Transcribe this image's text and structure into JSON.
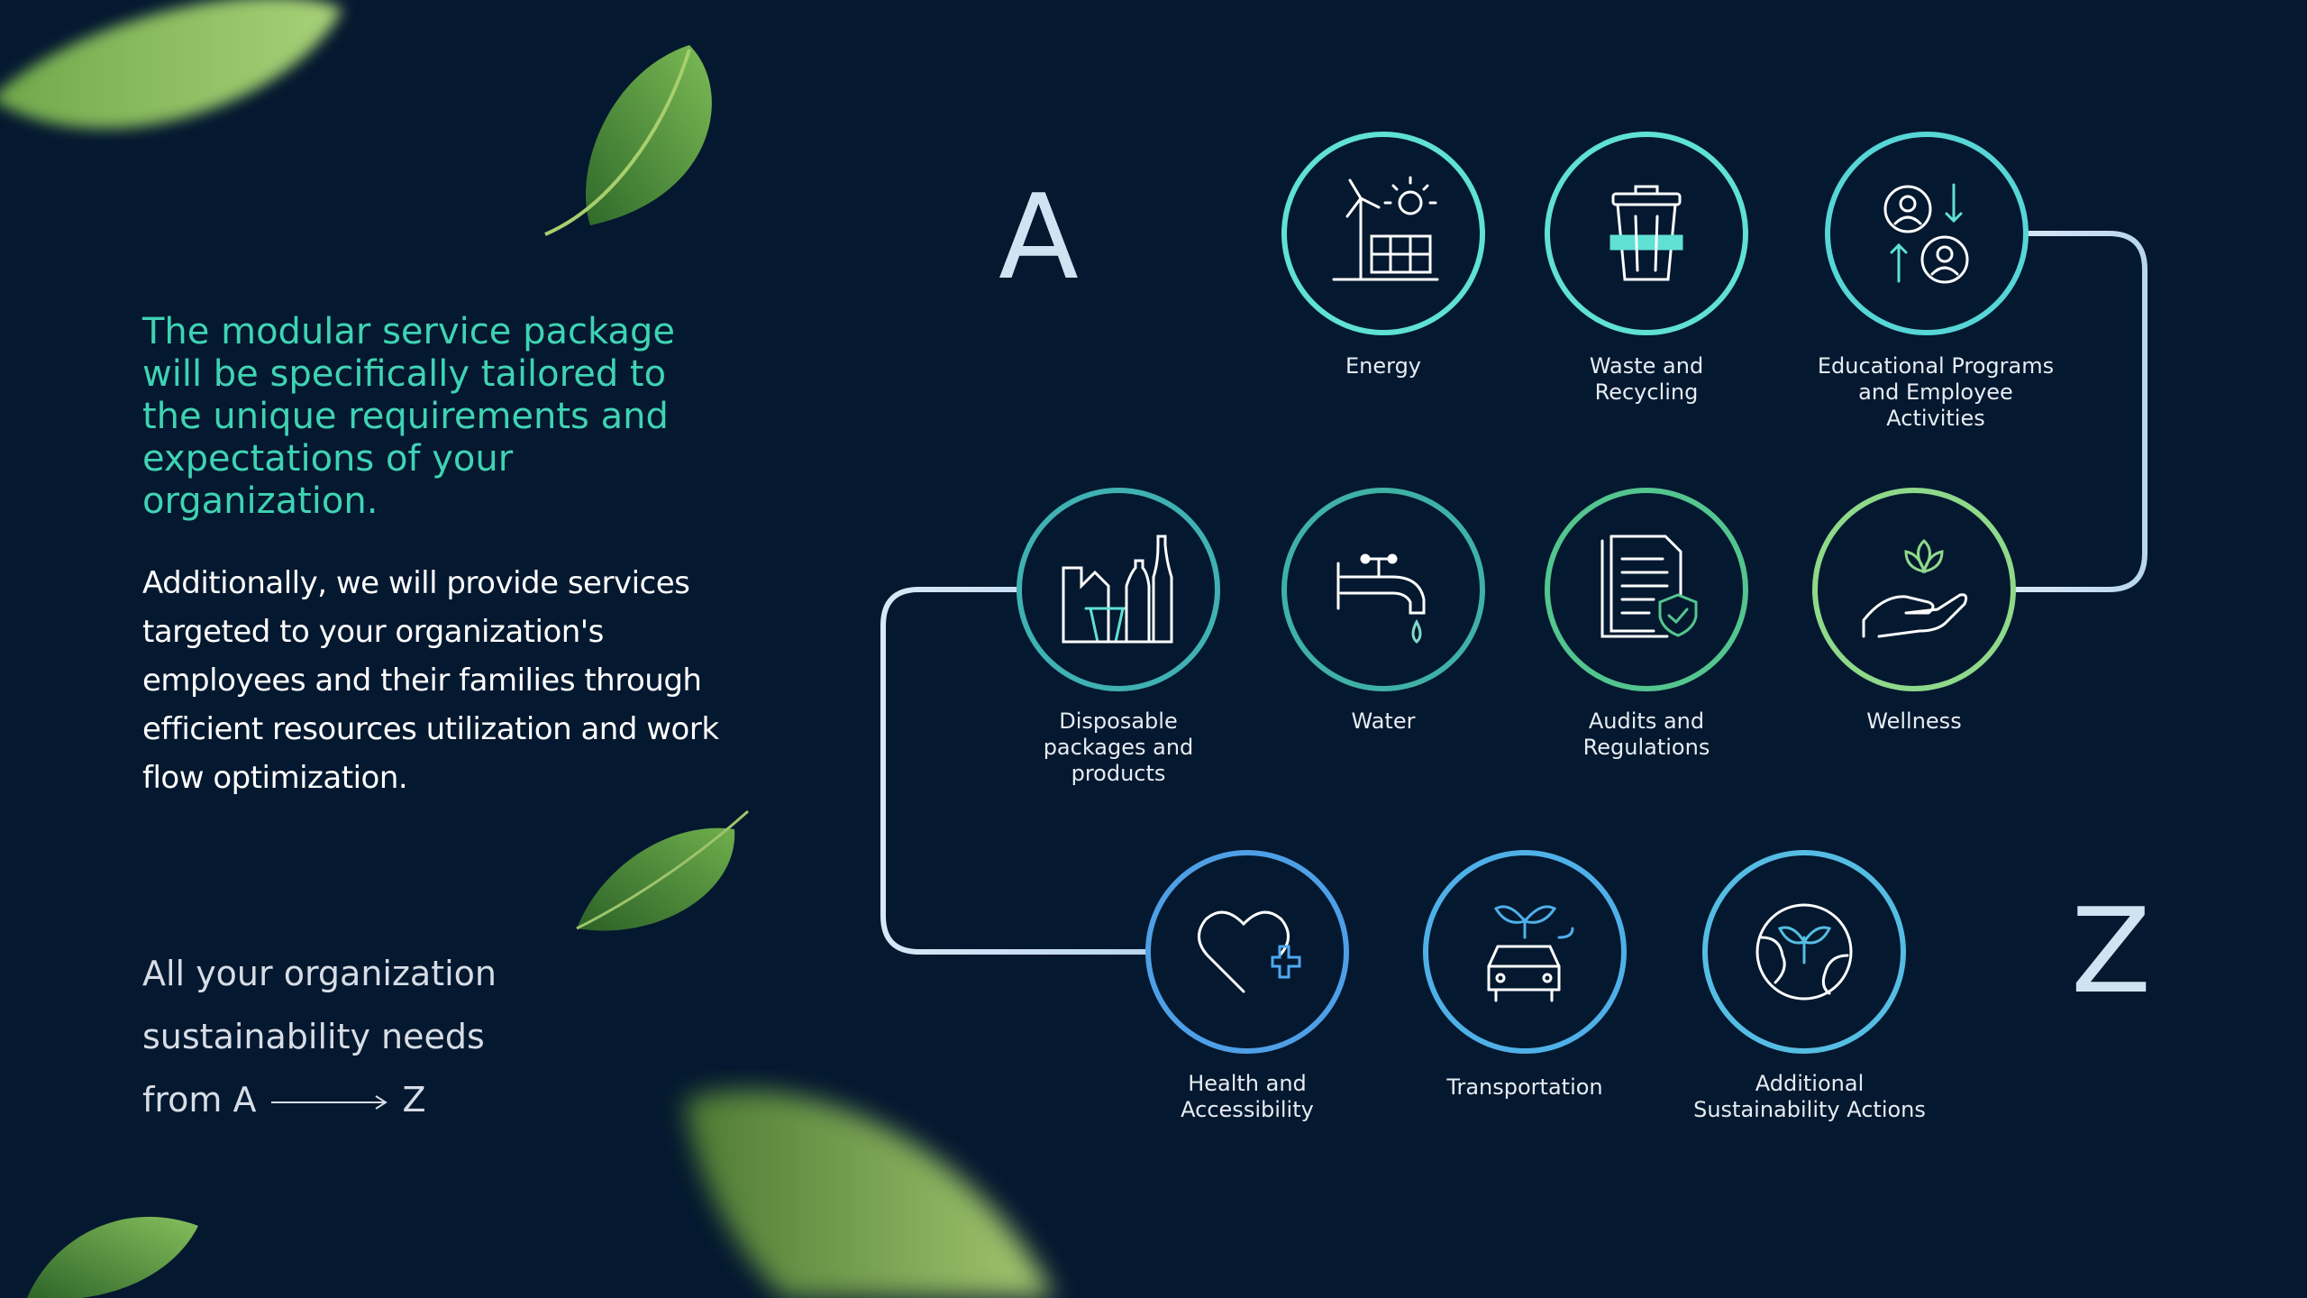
{
  "headline": "The modular service package will be specifically tailored to the unique requirements and expectations of your organization.",
  "body": "Additionally, we will provide services targeted to your organization's employees and their families through efficient resources utilization and work flow optimization.",
  "tagline": {
    "line1": "All your organization",
    "line2": "sustainability needs",
    "from": "from A",
    "to": "Z"
  },
  "letters": {
    "start": "A",
    "end": "Z"
  },
  "nodes": [
    {
      "label": "Energy",
      "icon": "energy-icon",
      "color": "#5fe1d4"
    },
    {
      "label": "Waste and Recycling",
      "icon": "trash-icon",
      "color": "#5fe1d4"
    },
    {
      "label": "Educational Programs and Employee Activities",
      "icon": "people-exchange-icon",
      "color": "#56d6d6"
    },
    {
      "label": "Disposable packages and products",
      "icon": "packaging-icon",
      "color": "#3fb1b3"
    },
    {
      "label": "Water",
      "icon": "faucet-icon",
      "color": "#3fb1a5"
    },
    {
      "label": "Audits and Regulations",
      "icon": "document-shield-icon",
      "color": "#53c58f"
    },
    {
      "label": "Wellness",
      "icon": "hand-lotus-icon",
      "color": "#8fd98a"
    },
    {
      "label": "Health and Accessibility",
      "icon": "heart-plus-icon",
      "color": "#4e9fe6"
    },
    {
      "label": "Transportation",
      "icon": "car-plant-icon",
      "color": "#4fb0e8"
    },
    {
      "label": "Additional Sustainability Actions",
      "icon": "globe-plant-icon",
      "color": "#55bde3"
    }
  ],
  "colors": {
    "background": "#04182f",
    "headline": "#3fd3b3",
    "track": "#c8def2"
  }
}
